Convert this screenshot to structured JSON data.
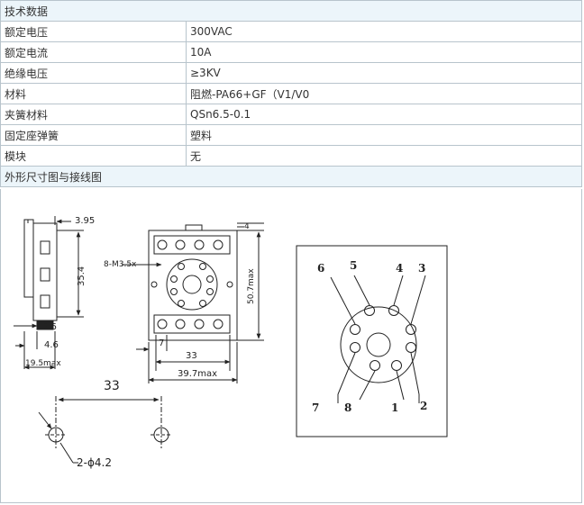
{
  "spec_section_title": "技术数据",
  "specs": [
    {
      "label": "额定电压",
      "value": "300VAC"
    },
    {
      "label": "额定电流",
      "value": "10A"
    },
    {
      "label": "绝缘电压",
      "value": "≥3KV"
    },
    {
      "label": "材料",
      "value": "阻燃-PA66+GF（V1/V0"
    },
    {
      "label": "夹簧材料",
      "value": "QSn6.5-0.1"
    },
    {
      "label": "固定座弹簧",
      "value": "塑料"
    },
    {
      "label": "模块",
      "value": "无"
    }
  ],
  "drawing_section_title": "外形尺寸图与接线图",
  "side_view": {
    "dim_top": "3.95",
    "dim_height": "35.4",
    "dim_a": "2.6",
    "dim_b": "4.6",
    "dim_c": "19.5max"
  },
  "front_view": {
    "screw_label": "8-M3.5x",
    "dim_right": "4",
    "dim_height": "50.7max",
    "dim_7": "7",
    "dim_33": "33",
    "dim_width": "39.7max"
  },
  "mount_holes": {
    "spacing": "33",
    "hole_label": "2-ϕ4.2"
  },
  "wiring": {
    "pins": [
      "6",
      "5",
      "4",
      "3",
      "7",
      "8",
      "1",
      "2"
    ]
  }
}
